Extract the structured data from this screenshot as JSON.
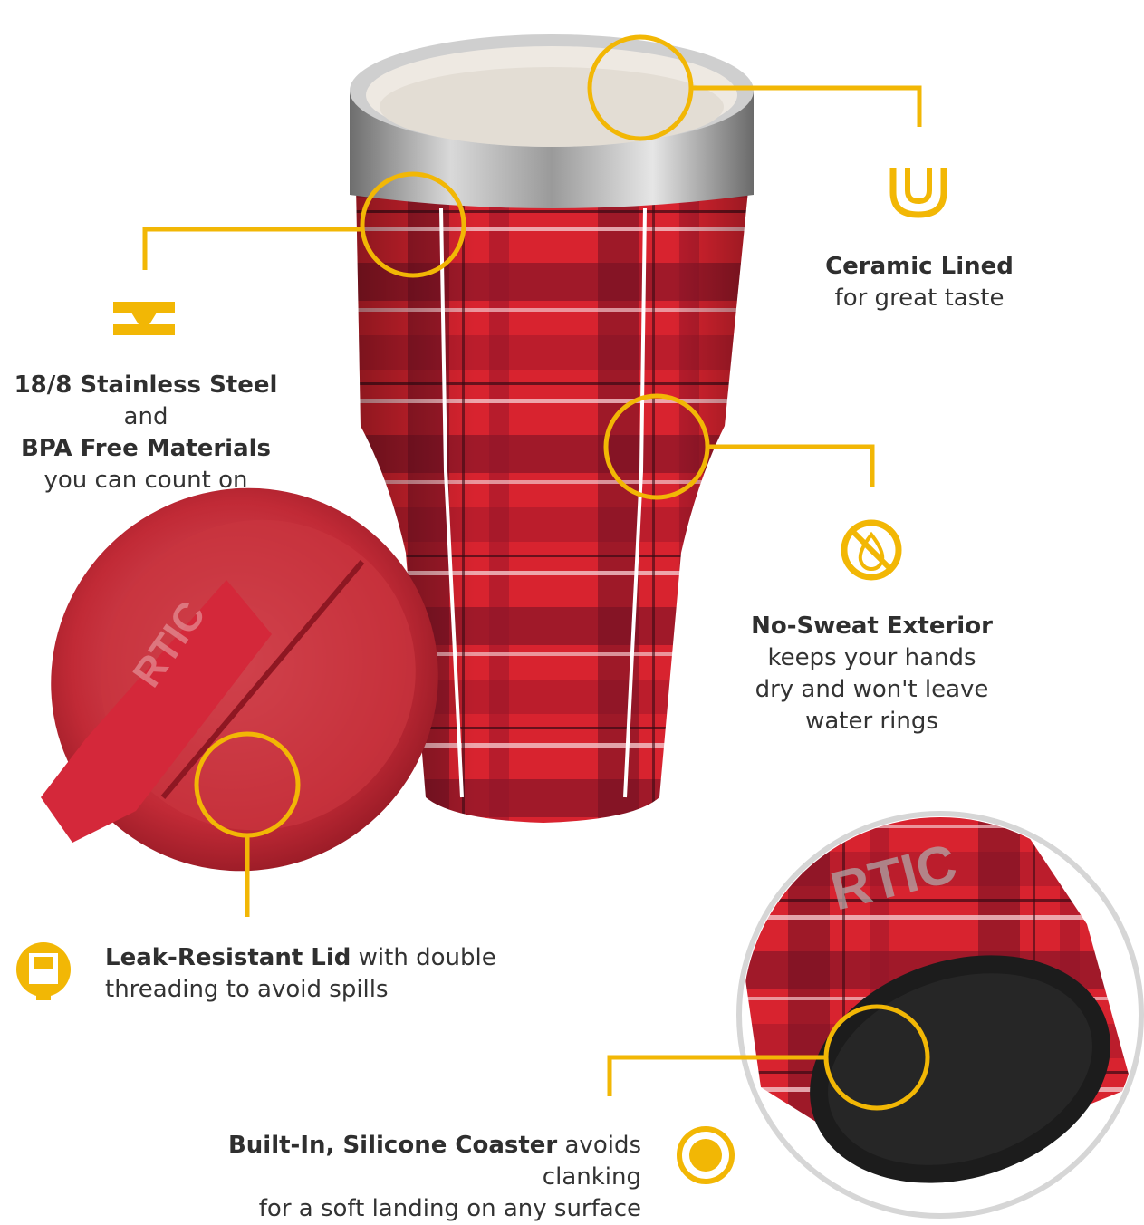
{
  "colors": {
    "accent": "#F2B705",
    "plaid_red": "#D8232F",
    "plaid_dark": "#5B0F1E",
    "steel": "#B9B9B9",
    "interior": "#EEE9E2",
    "text": "#333333"
  },
  "product": {
    "brand_mark": "RTIC"
  },
  "features": {
    "ceramic": {
      "icon": "ceramic-cup-icon",
      "title": "Ceramic Lined",
      "text": "for great taste"
    },
    "steel": {
      "icon": "steel-beam-icon",
      "title1": "18/8 Stainless Steel",
      "text1": "and",
      "title2": "BPA Free Materials",
      "text2": "you can count on"
    },
    "sweat": {
      "icon": "no-drop-icon",
      "title": "No-Sweat Exterior",
      "line1": "keeps your hands",
      "line2": "dry and won't leave",
      "line3": "water rings"
    },
    "lid": {
      "icon": "lock-icon",
      "title": "Leak-Resistant Lid",
      "text1": "with double",
      "line2": "threading to avoid spills"
    },
    "coaster": {
      "icon": "coaster-icon",
      "title": "Built-In, Silicone Coaster",
      "text1": "avoids clanking",
      "line2": "for a soft landing on any surface"
    }
  }
}
